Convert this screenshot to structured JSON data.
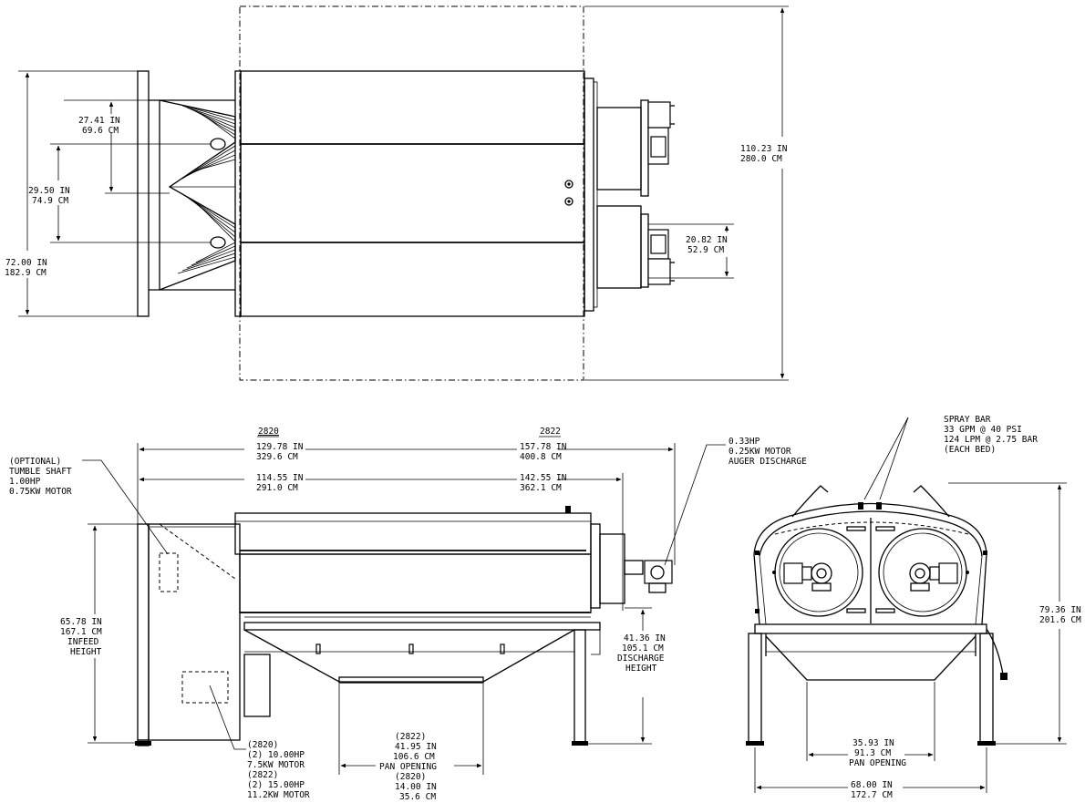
{
  "top_view": {
    "dim_27_41": {
      "line1": "27.41 IN",
      "line2": "69.6 CM"
    },
    "dim_29_50": {
      "line1": "29.50 IN",
      "line2": "74.9 CM"
    },
    "dim_72_00": {
      "line1": "72.00 IN",
      "line2": "182.9 CM"
    },
    "dim_20_82": {
      "line1": "20.82 IN",
      "line2": "52.9 CM"
    },
    "dim_110_23": {
      "line1": "110.23 IN",
      "line2": "280.0 CM"
    }
  },
  "side_view": {
    "model_2820": "2820",
    "model_2822": "2822",
    "dim_129_78": {
      "line1": "129.78 IN",
      "line2": "329.6 CM"
    },
    "dim_157_78": {
      "line1": "157.78 IN",
      "line2": "400.8 CM"
    },
    "dim_114_55": {
      "line1": "114.55 IN",
      "line2": "291.0 CM"
    },
    "dim_142_55": {
      "line1": "142.55 IN",
      "line2": "362.1 CM"
    },
    "tumble_note": {
      "line1": "(OPTIONAL)",
      "line2": "TUMBLE SHAFT",
      "line3": "1.00HP",
      "line4": "0.75KW MOTOR"
    },
    "auger_note": {
      "line1": "0.33HP",
      "line2": "0.25KW MOTOR",
      "line3": "AUGER DISCHARGE"
    },
    "infeed": {
      "line1": "65.78 IN",
      "line2": "167.1 CM",
      "line3": "INFEED",
      "line4": "HEIGHT"
    },
    "discharge": {
      "line1": "41.36 IN",
      "line2": "105.1 CM",
      "line3": "DISCHARGE",
      "line4": "HEIGHT"
    },
    "motor_note": {
      "line1": "(2820)",
      "line2": "(2) 10.00HP",
      "line3": "7.5KW MOTOR",
      "line4": "(2822)",
      "line5": "(2) 15.00HP",
      "line6": "11.2KW MOTOR"
    },
    "pan_note": {
      "line1": "(2822)",
      "line2": "41.95 IN",
      "line3": "106.6 CM",
      "line4": "PAN OPENING",
      "line5": "(2820)",
      "line6": "14.00 IN",
      "line7": "35.6 CM"
    }
  },
  "end_view": {
    "spray": {
      "line1": "SPRAY BAR",
      "line2": "33 GPM @ 40 PSI",
      "line3": "124 LPM @ 2.75 BAR",
      "line4": "(EACH BED)"
    },
    "dim_79_36": {
      "line1": "79.36 IN",
      "line2": "201.6 CM"
    },
    "pan": {
      "line1": "35.93 IN",
      "line2": "91.3 CM",
      "line3": "PAN OPENING"
    },
    "dim_68_00": {
      "line1": "68.00 IN",
      "line2": "172.7 CM"
    }
  }
}
